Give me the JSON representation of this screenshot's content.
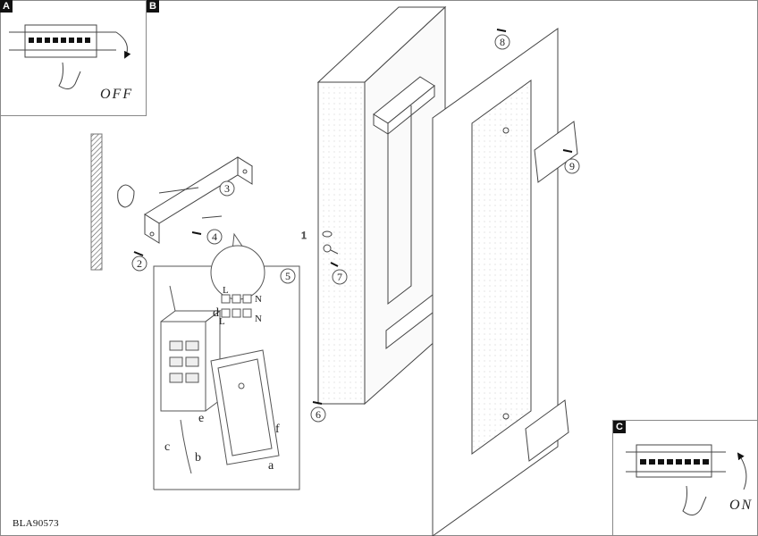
{
  "document": {
    "product_code": "BLA90573"
  },
  "panels": {
    "A": {
      "letter": "A",
      "state_label": "OFF"
    },
    "B": {
      "letter": "B"
    },
    "C": {
      "letter": "C",
      "state_label": "ON"
    }
  },
  "callouts": {
    "n1": "1",
    "n2": "2",
    "n3": "3",
    "n4": "4",
    "n5": "5",
    "n6": "6",
    "n7": "7",
    "n8": "8",
    "n9": "9"
  },
  "wiring": {
    "terminal_L_top": "L",
    "terminal_N_top": "N",
    "terminal_L_bottom": "L",
    "terminal_N_bottom": "N",
    "letter_a": "a",
    "letter_b": "b",
    "letter_c": "c",
    "letter_d": "d",
    "letter_e": "e",
    "letter_f": "f"
  },
  "colors": {
    "line": "#333333",
    "frame": "#888888",
    "shade": "#e6e6e6",
    "accent": "#111111"
  }
}
